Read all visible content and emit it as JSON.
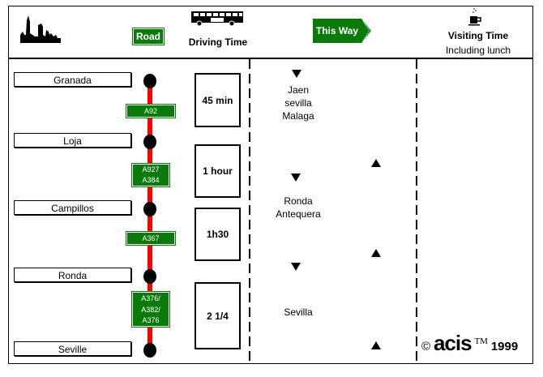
{
  "header": {
    "city_icon": "city-skyline-icon",
    "road_label": "Road",
    "bus_icon": "bus-icon",
    "driving_time_label": "Driving Time",
    "this_way_label": "This Way",
    "coffee_icon": "coffee-cup-icon",
    "visiting_time_label": "Visiting Time",
    "visiting_time_sub": "Including lunch"
  },
  "route": {
    "towns": [
      "Granada",
      "Loja",
      "Campillos",
      "Ronda",
      "Seville"
    ],
    "roads": [
      {
        "lines": [
          "A92"
        ]
      },
      {
        "lines": [
          "A927",
          "A384"
        ]
      },
      {
        "lines": [
          "A367"
        ]
      },
      {
        "lines": [
          "A376/",
          "A382/",
          "A376"
        ]
      }
    ],
    "driving_times": [
      "45 min",
      "1 hour",
      "1h30",
      "2 1/4"
    ],
    "directions": [
      {
        "lines": [
          "Jaen",
          "sevilla",
          "Malaga"
        ]
      },
      {
        "lines": [
          "Ronda",
          "Antequera"
        ]
      },
      {
        "lines": [
          "Sevilla"
        ]
      }
    ]
  },
  "footer": {
    "copyright_symbol": "©",
    "brand": "acis",
    "trademark": "TM",
    "year": "1999"
  },
  "colors": {
    "road_green": "#0a7a0a",
    "route_red": "#ff0000"
  }
}
